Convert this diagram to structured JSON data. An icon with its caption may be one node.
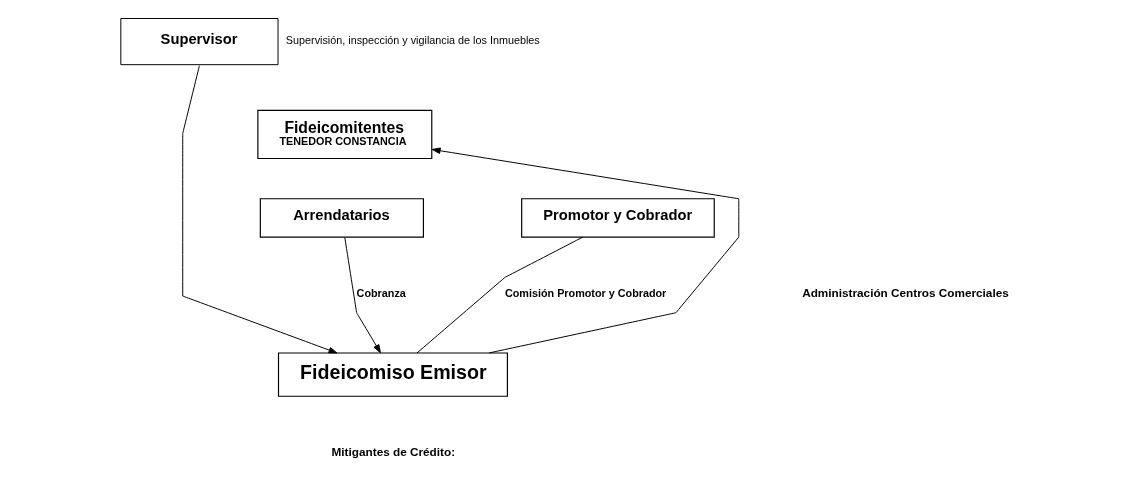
{
  "diagram": {
    "nodes": [
      {
        "text": [
          "Supervisor"
        ],
        "beside": [
          "Supervisión, inspección y vigilancia de los Inmuebles"
        ]
      },
      {
        "text": [
          "Fideicomitentes",
          "TENEDOR CONSTANCIA"
        ]
      },
      {
        "text": [
          "Arrendatarios"
        ]
      },
      {
        "text": [
          "Promotor y Cobrador"
        ]
      },
      {
        "text": [
          "Fideicomiso Emisor"
        ]
      }
    ],
    "edges": [
      {
        "from": 0,
        "to": 4,
        "arrow": "to"
      },
      {
        "from": 2,
        "to": 4,
        "arrow": "to",
        "label": "Cobranza"
      },
      {
        "from": 3,
        "to": 4,
        "arrow": "none",
        "label": "Comisión Promotor y Cobrador"
      },
      {
        "from": 4,
        "to": 1,
        "arrow": "to"
      }
    ],
    "labels": [
      "Administración Centros Comerciales",
      "Mitigantes de Crédito:"
    ]
  }
}
